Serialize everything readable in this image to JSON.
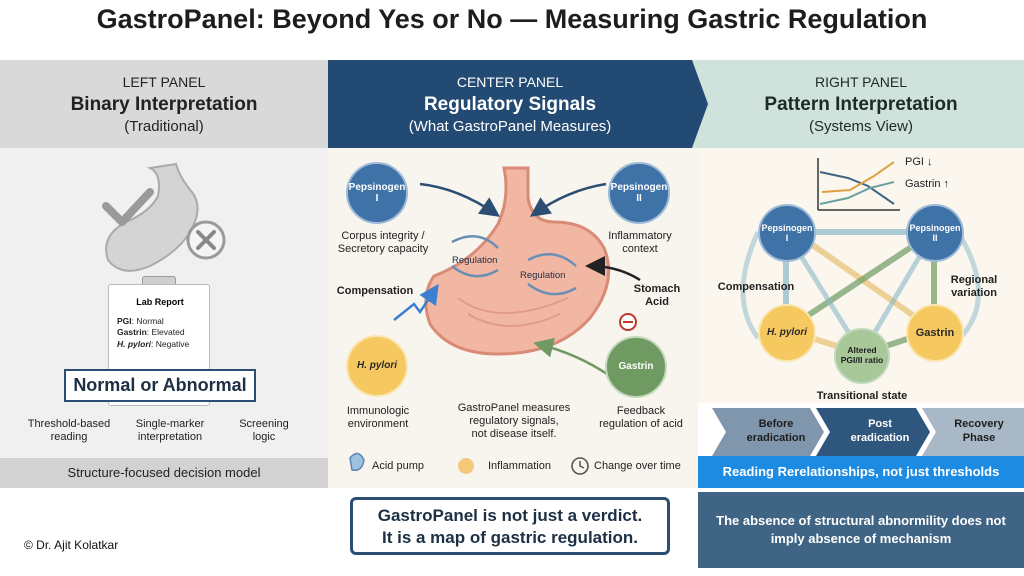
{
  "title": "GastroPanel: Beyond Yes or No — Measuring Gastric Regulation",
  "left": {
    "sub": "LEFT PANEL",
    "title": "Binary Interpretation",
    "paren": "(Traditional)",
    "lab_report": {
      "heading": "Lab Report",
      "lines": [
        {
          "k": "PGI",
          "v": ": Normal"
        },
        {
          "k": "Gastrin",
          "v": ": Elevated"
        },
        {
          "k": "H. pylori",
          "v": ": Negative"
        }
      ]
    },
    "verdict": "Normal or Abnormal",
    "criteria": [
      "Threshold-based\nreading",
      "Single-marker\ninterpretation",
      "Screening\nlogic"
    ],
    "footer": "Structure-focused decision model"
  },
  "center": {
    "sub": "CENTER PANEL",
    "title": "Regulatory Signals",
    "paren": "(What GastroPanel Measures)",
    "pepsinogen1": "Pepsinogen\nI",
    "pepsinogen2": "Pepsinogen\nII",
    "hpylori": "H. pylori",
    "gastrin": "Gastrin",
    "corpus_label": "Corpus integrity /\nSecretory capacity",
    "inflammatory_label": "Inflammatory\ncontext",
    "compensation": "Compensation",
    "stomach_acid": "Stomach\nAcid",
    "regulation_1": "Regulation",
    "regulation_2": "Regulation",
    "immunologic": "Immunologic\nenvironment",
    "measures": "GastroPanel measures\nregulatory signals,\nnot disease itself.",
    "feedback": "Feedback\nregulation of acid",
    "legend": [
      "Acid pump",
      "Inflammation",
      "Change over time"
    ]
  },
  "right": {
    "sub": "RIGHT PANEL",
    "title": "Pattern Interpretation",
    "paren": "(Systems View)",
    "trend_labels": [
      "PGI ↓",
      "Gastrin ↑"
    ],
    "pepsinogen1": "Pepsinogen\nI",
    "pepsinogen2": "Pepsinogen\nII",
    "hpylori": "H. pylori",
    "gastrin": "Gastrin",
    "ratio": "Altered\nPGI/II ratio",
    "compensation": "Compensation",
    "regional": "Regional\nvariation",
    "transitional": "Transitional state",
    "steps": [
      "Before\neradication",
      "Post\neradication",
      "Recovery\nPhase"
    ],
    "banner": "Reading Rerelationships, not just thresholds",
    "bottom_note": "The absence of structural abnormility does not imply absence of mechanism"
  },
  "verdict_box": "GastroPanel is not just a verdict.\nIt is a map of gastric regulation.",
  "copyright": "© Dr. Ajit Kolatkar",
  "colors": {
    "dark_blue": "#2b4e72",
    "teal": "#cfe2db",
    "accent_blue": "#1e8be3"
  }
}
